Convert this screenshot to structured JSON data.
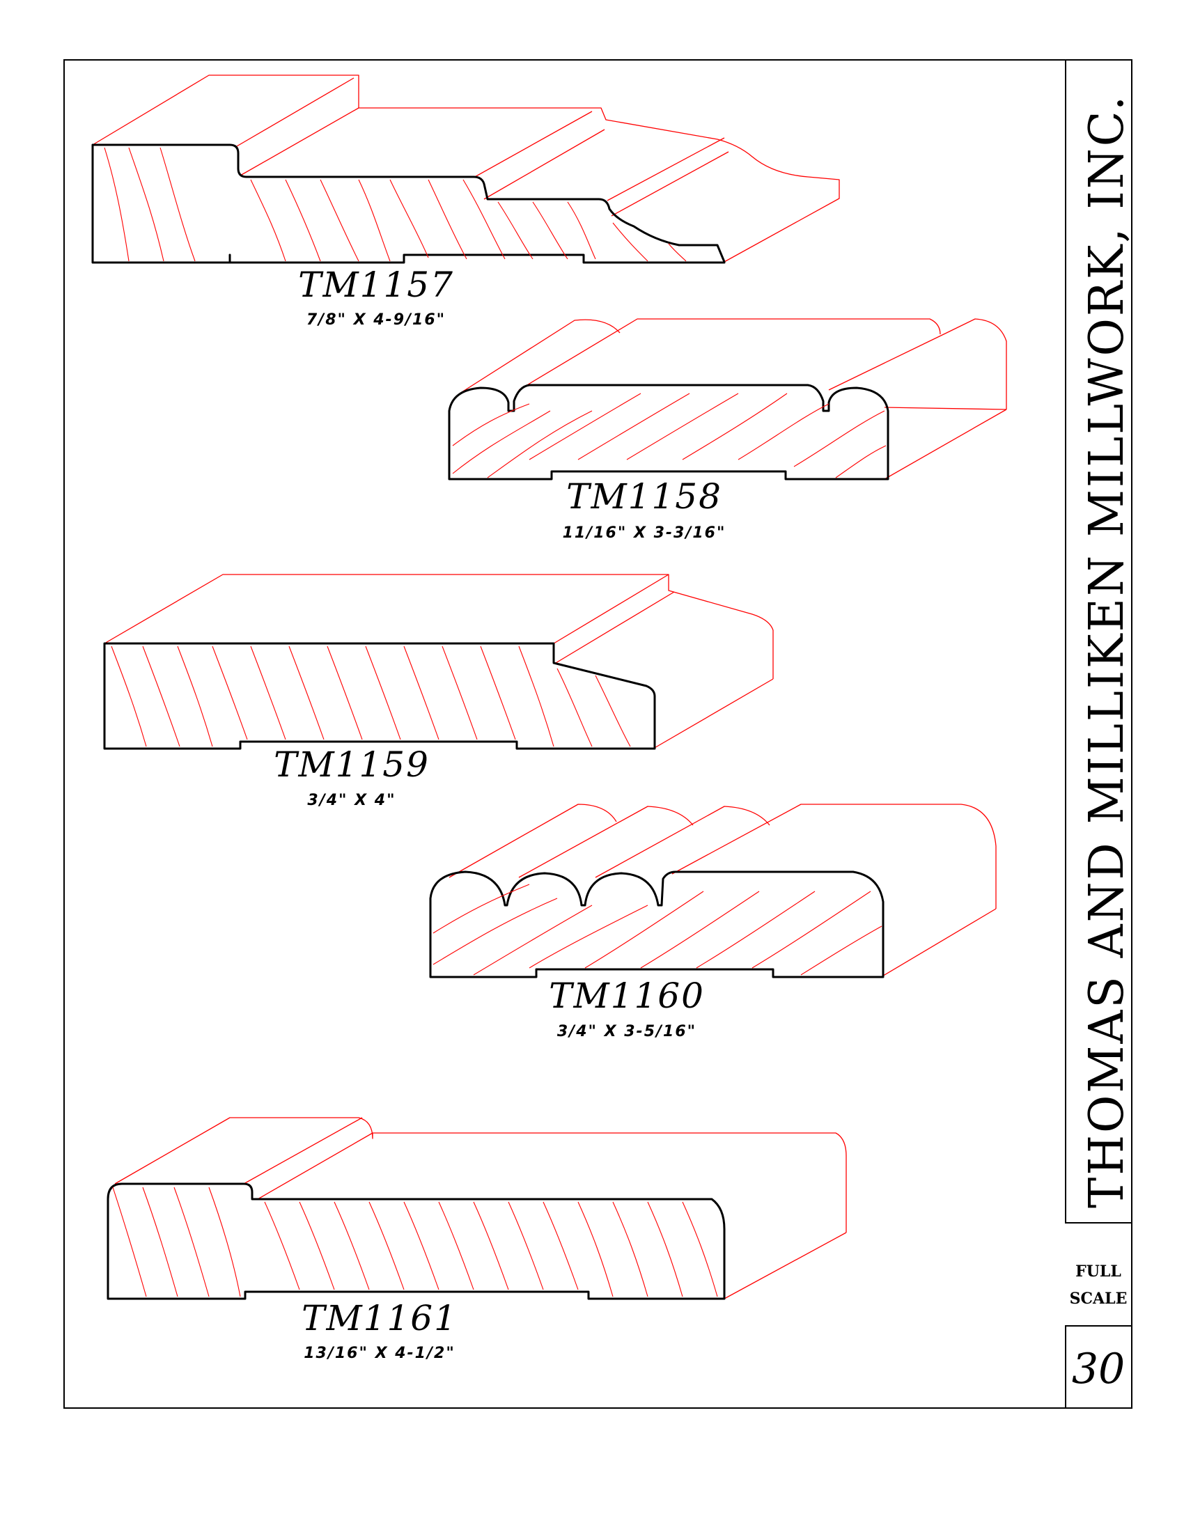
{
  "company": "THOMAS AND MILLIKEN MILLWORK, INC.",
  "scale_line1": "FULL",
  "scale_line2": "SCALE",
  "page_number": "30",
  "colors": {
    "outline": "#000000",
    "perspective": "#ff0000",
    "background": "#ffffff"
  },
  "profiles": [
    {
      "code": "TM1157",
      "dims": "7/8\"  X  4-9/16\""
    },
    {
      "code": "TM1158",
      "dims": "11/16\"  X  3-3/16\""
    },
    {
      "code": "TM1159",
      "dims": "3/4\"  X  4\""
    },
    {
      "code": "TM1160",
      "dims": "3/4\"  X  3-5/16\""
    },
    {
      "code": "TM1161",
      "dims": "13/16\"  X  4-1/2\""
    }
  ]
}
